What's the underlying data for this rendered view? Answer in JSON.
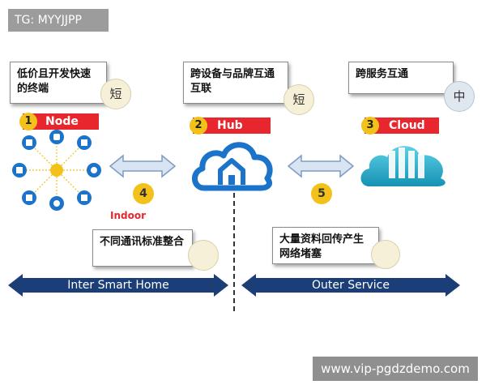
{
  "tag": "TG: MYYJJPP",
  "watermark": "www.vip-pgdzdemo.com",
  "node": {
    "desc": "低价且开发快速的终端",
    "range": "短",
    "number": "1",
    "name": "Node"
  },
  "hub": {
    "desc": "跨设备与品牌互通互联",
    "range": "短",
    "number": "2",
    "name": "Hub"
  },
  "cloud": {
    "desc": "跨服务互通",
    "range": "中",
    "number": "3",
    "name": "Cloud"
  },
  "link_left": {
    "number": "4",
    "label": "Indoor"
  },
  "link_right": {
    "number": "5"
  },
  "indoor_note": "不同通讯标准整合",
  "outer_note": "大量资料回传产生网络堵塞",
  "bottom": {
    "left": "Inter Smart Home",
    "right": "Outer Service"
  },
  "colors": {
    "red": "#e8262e",
    "yellow": "#f2c11a",
    "navy": "#1c3e78",
    "blue": "#1b74c9",
    "teal": "#1aa7c4"
  }
}
